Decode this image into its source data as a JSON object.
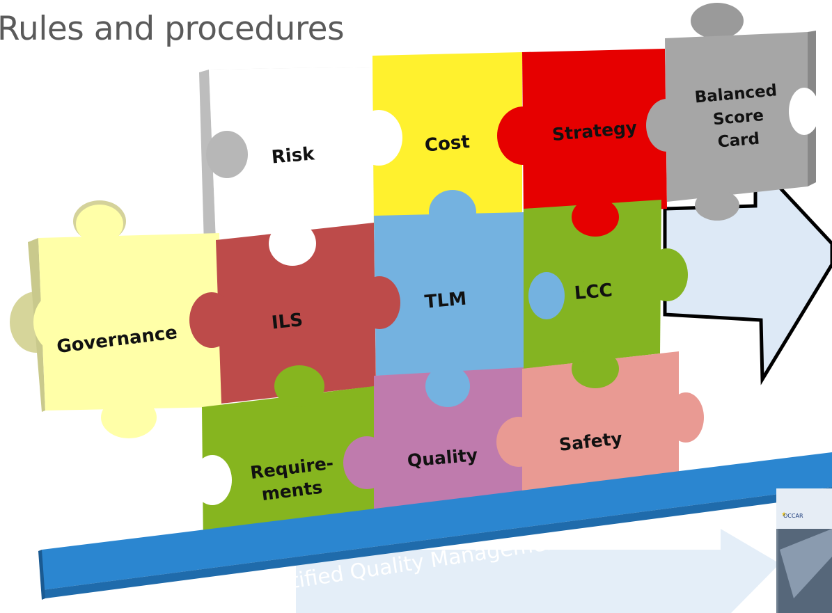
{
  "title": "Rules and procedures",
  "puzzle": {
    "risk": "Risk",
    "cost": "Cost",
    "strategy": "Strategy",
    "bsc_line1": "Balanced",
    "bsc_line2": "Score",
    "bsc_line3": "Card",
    "governance": "Governance",
    "ils": "ILS",
    "tlm": "TLM",
    "lcc": "LCC",
    "req_line1": "Require-",
    "req_line2": "ments",
    "quality": "Quality",
    "safety": "Safety"
  },
  "banner": {
    "text": "ISO-certified Quality Management System"
  },
  "logo": {
    "text": "OCCAR"
  },
  "colors": {
    "risk": "#ffffff",
    "cost": "#ffef2e",
    "strategy": "#e60000",
    "bsc": "#a6a6a6",
    "governance": "#ffffa8",
    "ils": "#bd4b4a",
    "tlm": "#74b2e0",
    "lcc": "#84b422",
    "requirements": "#86b51f",
    "quality": "#bf7bad",
    "safety": "#e99a93",
    "banner": "#2b86d0",
    "arrow": "#dde9f6"
  }
}
